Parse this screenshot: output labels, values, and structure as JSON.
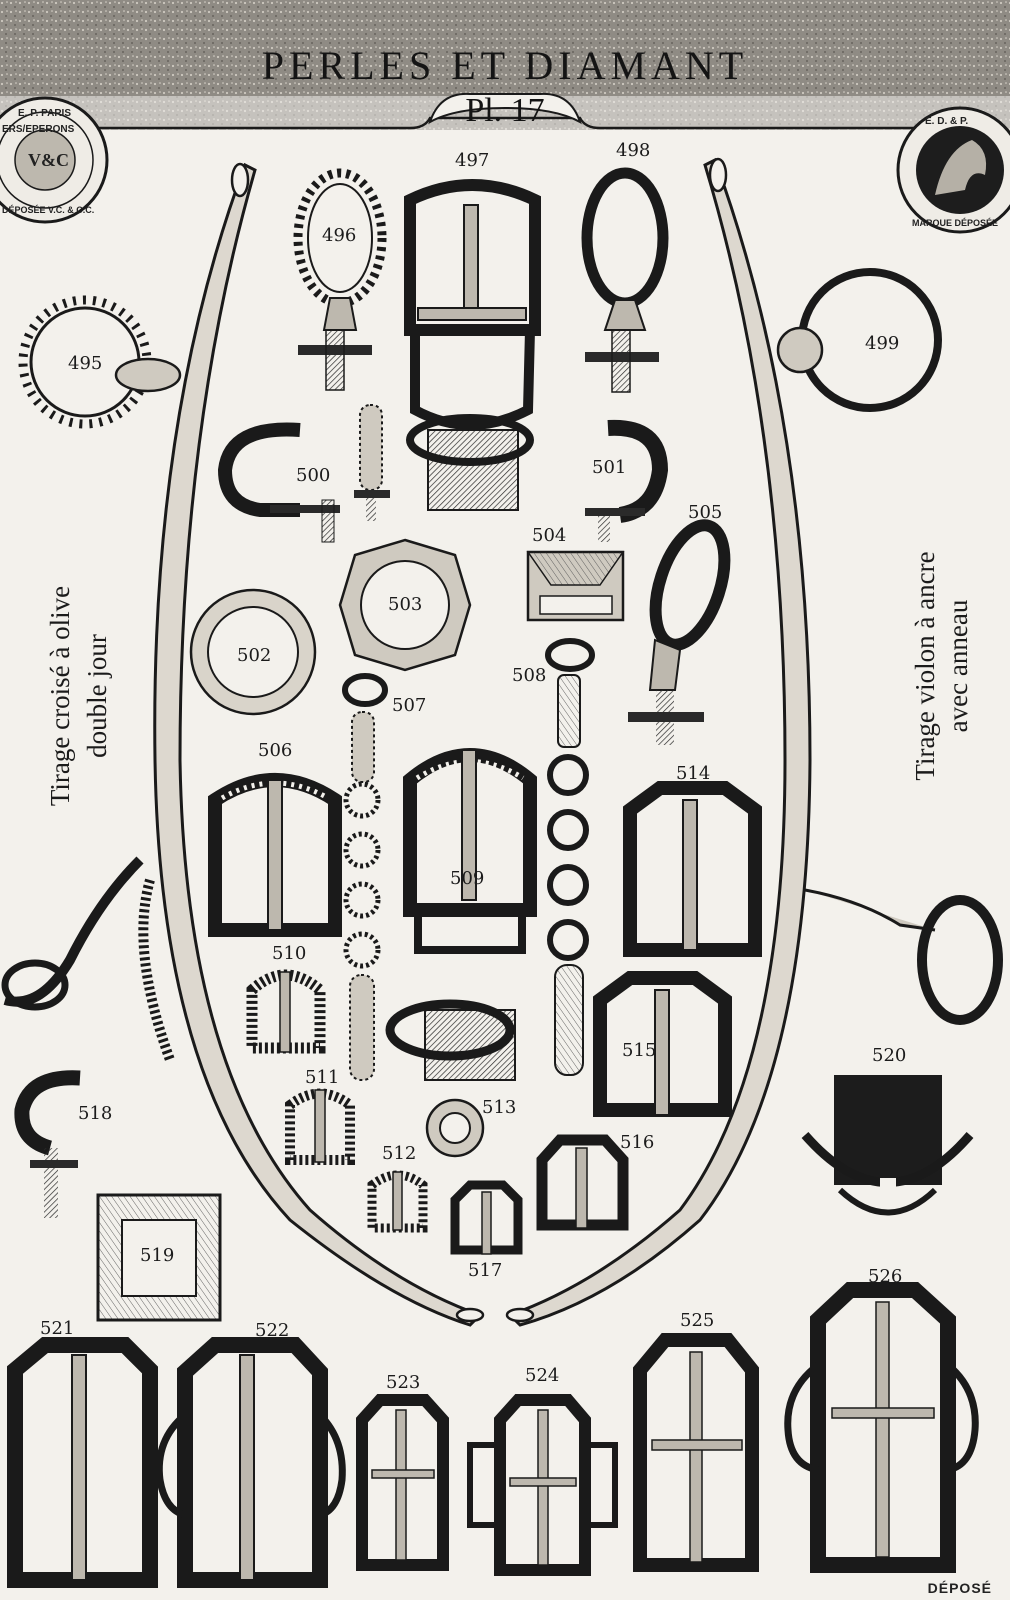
{
  "header": {
    "title": "PERLES ET DIAMANT",
    "plate": "Pl. 17"
  },
  "side_captions": {
    "left_line1": "Tirage croisé à olive",
    "left_line2": "double jour",
    "right_line1": "Tirage violon à ancre",
    "right_line2": "avec anneau"
  },
  "stamps": {
    "left_top": "E. P. PARIS",
    "left_ring": "ERS/EPERONS",
    "left_mono": "V&C",
    "left_bottom": "DÉPOSÉE V.C. & C.C.",
    "right_top": "E. D. & P.",
    "right_bottom": "MARQUE DÉPOSÉE"
  },
  "item_numbers": {
    "n495": "495",
    "n496": "496",
    "n497": "497",
    "n498": "498",
    "n499": "499",
    "n500": "500",
    "n501": "501",
    "n502": "502",
    "n503": "503",
    "n504": "504",
    "n505": "505",
    "n506": "506",
    "n507": "507",
    "n508": "508",
    "n509": "509",
    "n510": "510",
    "n511": "511",
    "n512": "512",
    "n513": "513",
    "n514": "514",
    "n515": "515",
    "n516": "516",
    "n517": "517",
    "n518": "518",
    "n519": "519",
    "n520": "520",
    "n521": "521",
    "n522": "522",
    "n523": "523",
    "n524": "524",
    "n525": "525",
    "n526": "526"
  },
  "footer": {
    "depose": "DÉPOSÉ"
  }
}
